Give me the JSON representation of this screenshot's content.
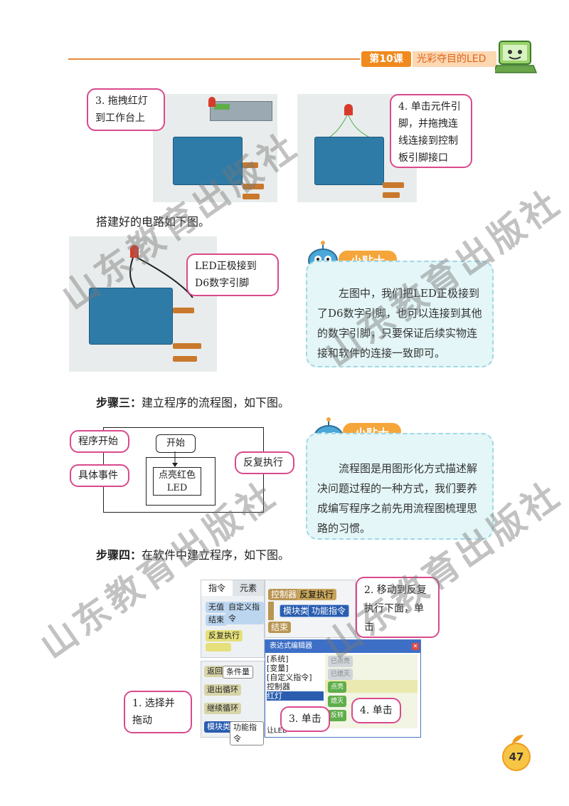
{
  "header": {
    "lesson_badge": "第10课",
    "lesson_title": "光彩夺目的LED"
  },
  "callouts": {
    "c1": "3. 拖拽红灯到工作台上",
    "c2": "4. 单击元件引脚，并拖拽连线连接到控制板引脚接口",
    "c3": "LED正极接到D6数字引脚",
    "c4": "程序开始",
    "c5": "具体事件",
    "c6": "反复执行",
    "c7": "2. 移动到反复执行下面，单击",
    "c8": "1. 选择并拖动",
    "c9": "3. 单击",
    "c10": "4. 单击"
  },
  "text": {
    "circuit_done": "搭建好的电路如下图。",
    "step3_label": "步骤三：",
    "step3_text": "建立程序的流程图，如下图。",
    "step4_label": "步骤四：",
    "step4_text": "在软件中建立程序，如下图。"
  },
  "tips": {
    "label": "小贴士",
    "tip1": "左图中，我们把LED正极接到了D6数字引脚，也可以连接到其他的数字引脚，只要保证后续实物连接和软件的连接一致即可。",
    "tip2": "流程图是用图形化方式描述解决问题过程的一种方式，我们要养成编写程序之前先用流程图梳理思路的习惯。"
  },
  "flowchart": {
    "start": "开始",
    "event": "点亮红色LED"
  },
  "software": {
    "tab_commands": "指令",
    "tab_elements": "元素",
    "blocks": {
      "no_value": "无值",
      "custom_cmd": "自定义指令",
      "end": "结束",
      "repeat": "反复执行",
      "return": "返回",
      "cond": "条件量",
      "exit_loop": "退出循环",
      "continue_loop": "继续循环",
      "module_class": "模块类",
      "func_cmd": "功能指令",
      "controller": "控制器",
      "repeat_exec": "反复执行",
      "end2": "结束"
    },
    "dialog": {
      "title": "表达式编辑器",
      "left_items": [
        "[系统]",
        "[变量]",
        "[自定义指令]",
        "控制器",
        "红灯"
      ],
      "right_items": [
        "已点亮",
        "已熄灭",
        "点亮",
        "熄灭",
        "反转"
      ],
      "bottom_hint": "让LED"
    }
  },
  "page_number": "47",
  "watermarks": [
    "山东教育出版社",
    "山东教育出版社",
    "山东教育出版社",
    "山东教育出版社"
  ],
  "colors": {
    "accent_orange": "#f08a1c",
    "callout_border": "#d94a8c",
    "tip_bg": "#e4f6f8"
  }
}
